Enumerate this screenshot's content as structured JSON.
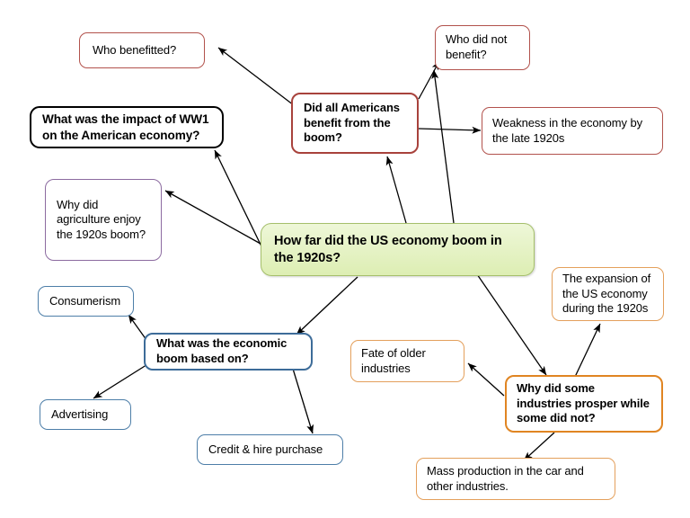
{
  "diagram": {
    "title": "How far did the US economy boom in the 1920s? mind map",
    "background_color": "#ffffff",
    "edge_color": "#000000"
  },
  "palette": {
    "center_fill_top": "#eef7d8",
    "center_fill_bottom": "#ddeeb3",
    "center_border": "#a5bf6b",
    "black": "#000000",
    "red": "#a8423c",
    "red_light": "#b2524c",
    "purple": "#8c6ba0",
    "blue": "#3d6c99",
    "blue_light": "#4d7ea8",
    "orange": "#e08522",
    "orange_light": "#e4a05c"
  },
  "nodes": {
    "center": "How far did the US economy boom in the 1920s?",
    "impact_ww1": "What was the impact of WW1 on the American economy?",
    "who_benefitted": "Who benefitted?",
    "did_all_americans": "Did all Americans benefit from the boom?",
    "who_did_not_benefit": "Who did not benefit?",
    "weakness_economy": "Weakness in the economy by the late 1920s",
    "agriculture": "Why did agriculture enjoy the 1920s boom?",
    "consumerism": "Consumerism",
    "boom_based_on": "What was the economic boom based on?",
    "advertising": "Advertising",
    "credit_hire": "Credit & hire purchase",
    "fate_older": "Fate of older industries",
    "why_prosper": "Why did some industries prosper while some did not?",
    "expansion": "The expansion of the US economy during the 1920s",
    "mass_production": "Mass production in the car and other industries."
  }
}
